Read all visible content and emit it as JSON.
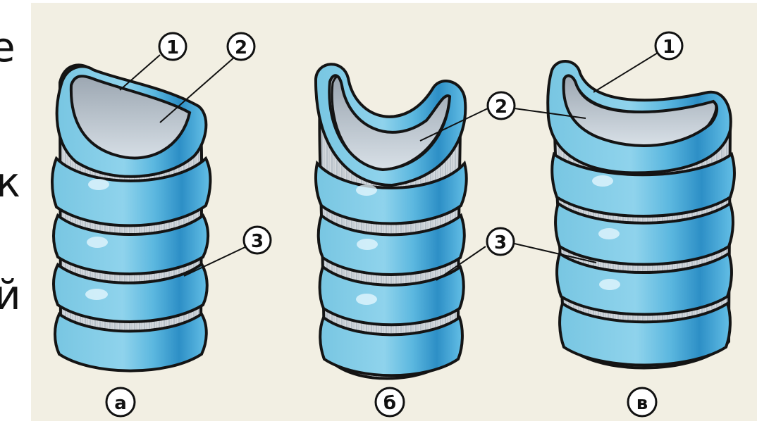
{
  "edge_letters": [
    "е",
    "к",
    "й"
  ],
  "markers": {
    "one": "1",
    "two": "2",
    "three": "3"
  },
  "figures": {
    "a": "а",
    "b": "б",
    "v": "в"
  },
  "colors": {
    "background": "#f2efe3",
    "ring_light": "#7cc7e3",
    "ring_mid": "#3aa6d6",
    "ring_dark": "#1d73a8",
    "inner_wall": "#c7d0d9",
    "outline": "#141414"
  }
}
